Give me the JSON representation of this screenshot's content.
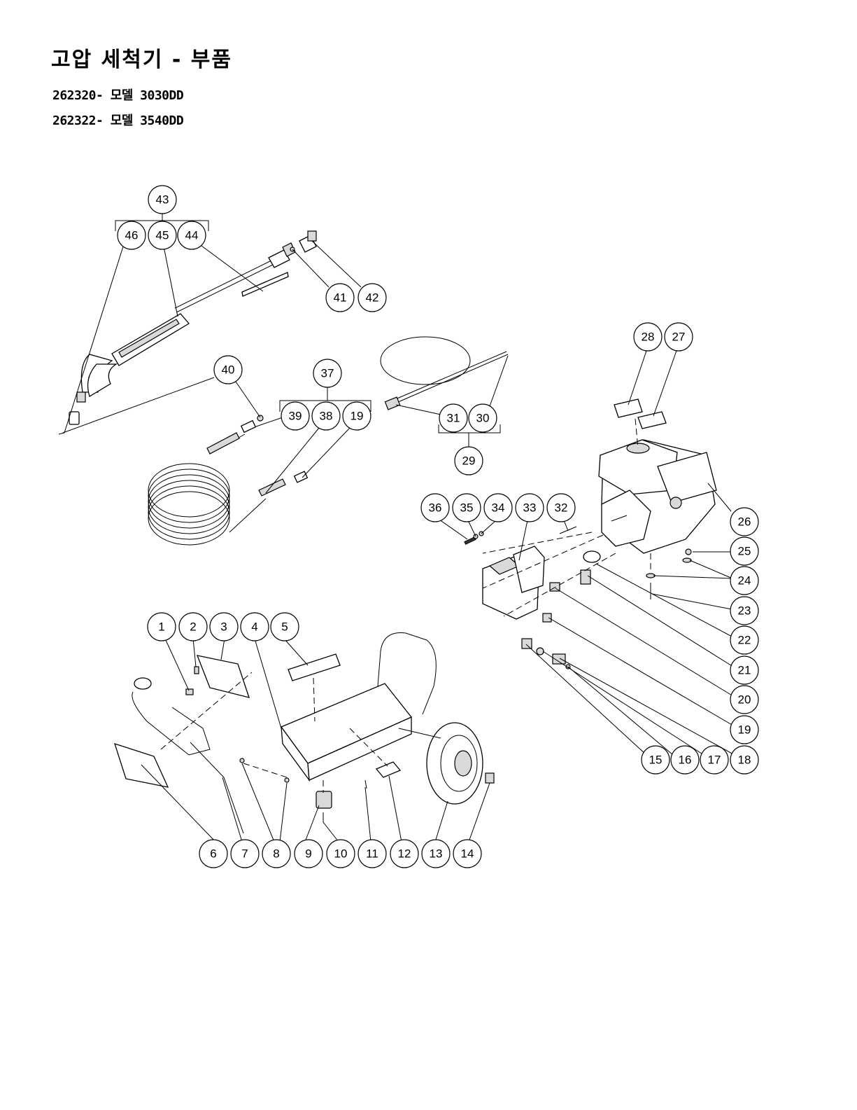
{
  "title": "고압 세척기 - 부품",
  "models": [
    "262320- 모델 3030DD",
    "262322- 모델 3540DD"
  ],
  "callouts": [
    "1",
    "2",
    "3",
    "4",
    "5",
    "6",
    "7",
    "8",
    "9",
    "10",
    "11",
    "12",
    "13",
    "14",
    "15",
    "16",
    "17",
    "18",
    "19",
    "20",
    "21",
    "22",
    "23",
    "24",
    "25",
    "26",
    "27",
    "28",
    "29",
    "30",
    "31",
    "32",
    "33",
    "34",
    "35",
    "36",
    "37",
    "38",
    "19",
    "39",
    "40",
    "41",
    "42",
    "43",
    "44",
    "45",
    "46"
  ]
}
